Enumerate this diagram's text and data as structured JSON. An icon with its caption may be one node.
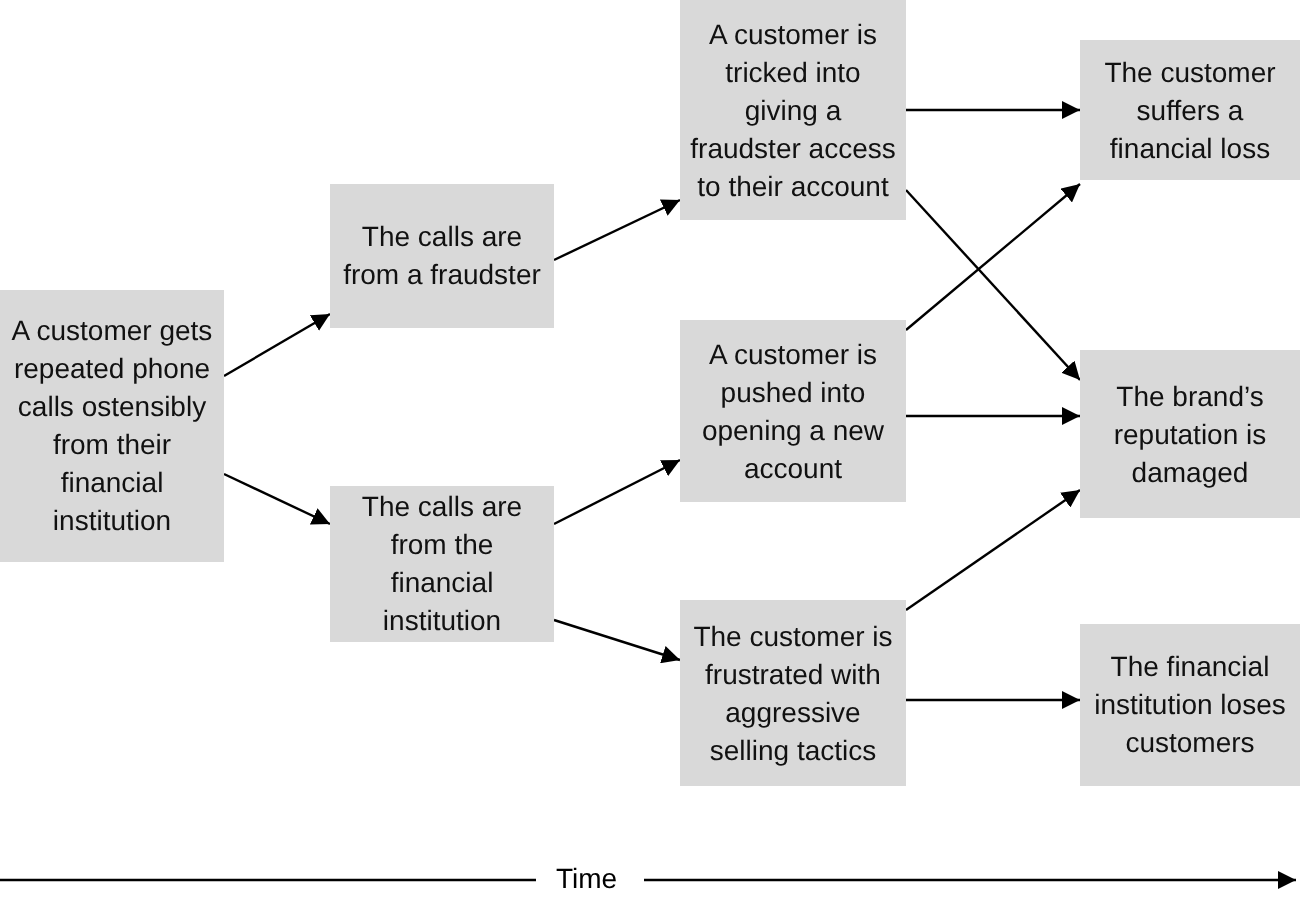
{
  "diagram": {
    "nodes": [
      {
        "text": [
          "A customer gets repeated phone calls ostensibly from their financial institution"
        ]
      },
      {
        "text": [
          "The calls are from a fraudster"
        ]
      },
      {
        "text": [
          "The calls are from the financial institution"
        ]
      },
      {
        "text": [
          "A customer is tricked into giving a fraudster access to their account"
        ]
      },
      {
        "text": [
          "A customer is pushed into opening a new account"
        ]
      },
      {
        "text": [
          "The customer is frustrated with aggressive selling tactics"
        ]
      },
      {
        "text": [
          "The customer suffers a financial loss"
        ]
      },
      {
        "text": [
          "The brand’s reputation is damaged"
        ]
      },
      {
        "text": [
          "The financial institution loses customers"
        ]
      }
    ],
    "edges": [
      {
        "from": 0,
        "to": 1,
        "arrow": "to"
      },
      {
        "from": 0,
        "to": 2,
        "arrow": "to"
      },
      {
        "from": 1,
        "to": 3,
        "arrow": "to"
      },
      {
        "from": 2,
        "to": 4,
        "arrow": "to"
      },
      {
        "from": 2,
        "to": 5,
        "arrow": "to"
      },
      {
        "from": 3,
        "to": 6,
        "arrow": "to"
      },
      {
        "from": 3,
        "to": 7,
        "arrow": "to"
      },
      {
        "from": 4,
        "to": 6,
        "arrow": "to"
      },
      {
        "from": 4,
        "to": 7,
        "arrow": "to"
      },
      {
        "from": 5,
        "to": 7,
        "arrow": "to"
      },
      {
        "from": 5,
        "to": 8,
        "arrow": "to"
      }
    ],
    "labels": [
      "Time"
    ]
  }
}
